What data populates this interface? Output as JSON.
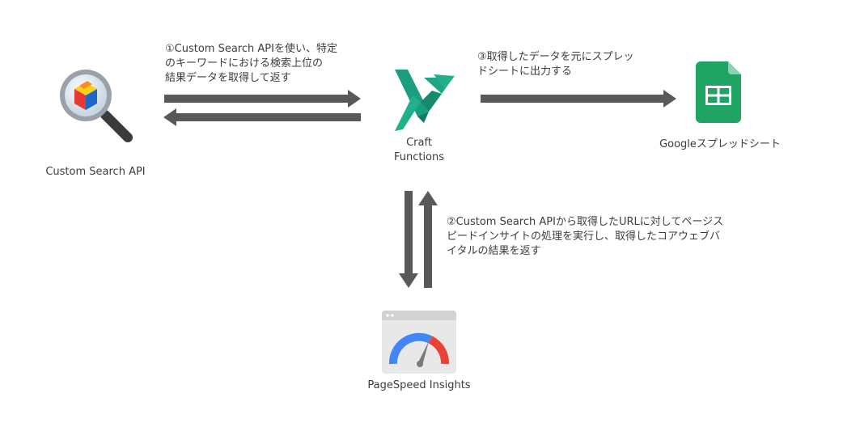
{
  "nodes": {
    "custom_search": {
      "label": "Custom Search API"
    },
    "craft": {
      "label_line1": "Craft",
      "label_line2": "Functions"
    },
    "sheets": {
      "label": "Googleスプレッドシート"
    },
    "pagespeed": {
      "label": "PageSpeed Insights"
    }
  },
  "annotations": {
    "step1": {
      "line1": "①Custom Search APIを使い、特定",
      "line2": "のキーワードにおける検索上位の",
      "line3": "結果データを取得して返す"
    },
    "step2": {
      "line1": "②Custom Search APIから取得したURLに対してページス",
      "line2": "ピードインサイトの処理を実行し、取得したコアウェブバ",
      "line3": "イタルの結果を返す"
    },
    "step3": {
      "line1": "③取得したデータを元にスプレッ",
      "line2": "ドシートに出力する"
    }
  },
  "colors": {
    "arrow": "#595959",
    "craft_teal": "#1a9e7f",
    "sheets_green": "#1fa463",
    "gauge_blue": "#4285f4",
    "gauge_red": "#ea4335"
  }
}
